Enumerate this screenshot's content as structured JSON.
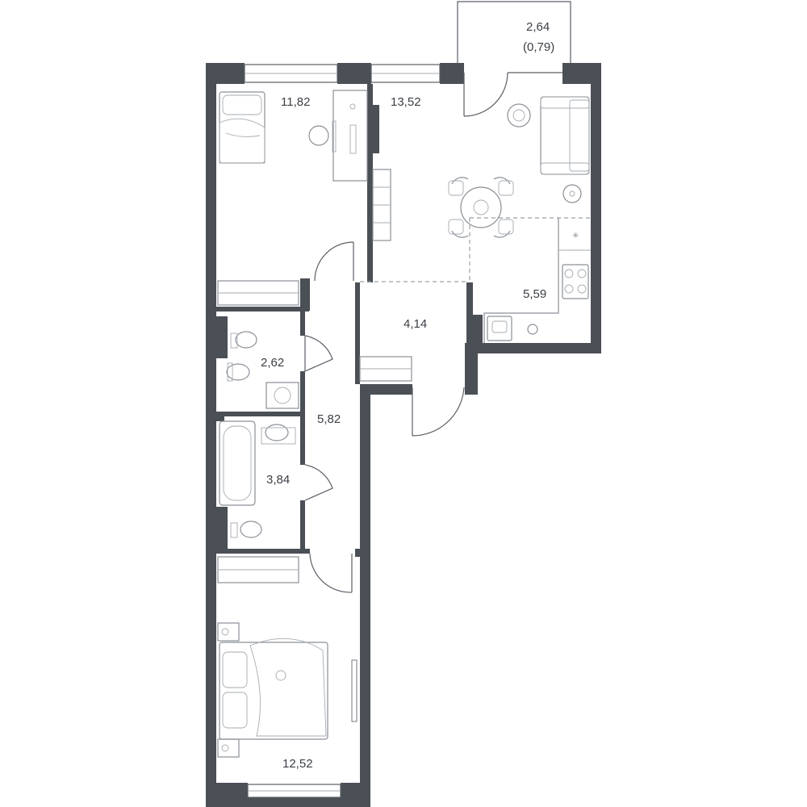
{
  "rooms": {
    "balcony": {
      "area": "2,64",
      "area_reduced": "(0,79)"
    },
    "bedroom_top": {
      "area": "11,82"
    },
    "living": {
      "area": "13,52"
    },
    "kitchen": {
      "area": "5,59"
    },
    "entrance": {
      "area": "4,14"
    },
    "wc": {
      "area": "2,62"
    },
    "corridor": {
      "area": "5,82"
    },
    "bathroom": {
      "area": "3,84"
    },
    "bedroom_bottom": {
      "area": "12,52"
    }
  },
  "colors": {
    "wall": "#4b4f56",
    "fixture": "#8a8f96",
    "background": "#ffffff"
  }
}
